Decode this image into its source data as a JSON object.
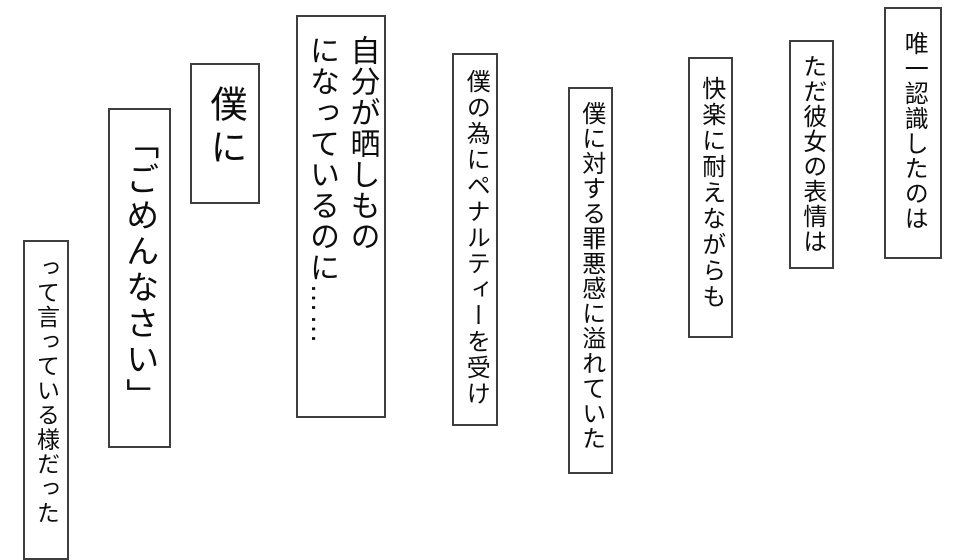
{
  "page": {
    "background_color": "#ffffff",
    "panel_border_color": "#3e3e3e",
    "text_color": "#0d0d0d"
  },
  "panels": [
    {
      "name": "panel-1",
      "lines": [
        "唯一認識したのは"
      ]
    },
    {
      "name": "panel-2",
      "lines": [
        "ただ彼女の表情は"
      ]
    },
    {
      "name": "panel-3",
      "lines": [
        "快楽に耐えながらも"
      ]
    },
    {
      "name": "panel-4",
      "lines": [
        "僕に対する罪悪感に溢れていた"
      ]
    },
    {
      "name": "panel-5",
      "lines": [
        "僕の為にペナルティーを受け"
      ]
    },
    {
      "name": "panel-6",
      "lines": [
        "自分が晒しもの",
        "になっているのに……"
      ]
    },
    {
      "name": "panel-7",
      "lines": [
        "僕に"
      ]
    },
    {
      "name": "panel-8",
      "lines": [
        "「ごめんなさい」"
      ]
    },
    {
      "name": "panel-9",
      "lines": [
        "って言っている様だった"
      ]
    }
  ]
}
